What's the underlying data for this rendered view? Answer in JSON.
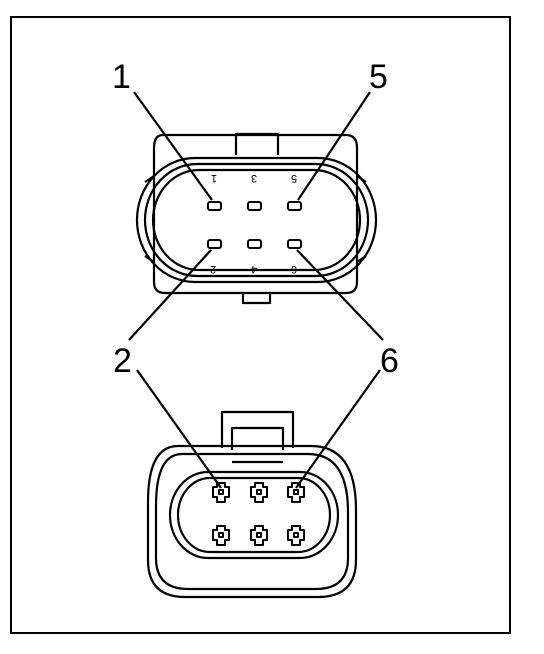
{
  "callouts": {
    "c1": "1",
    "c2": "2",
    "c5": "5",
    "c6": "6"
  },
  "pin_numbers": {
    "p1": "1",
    "p2": "2",
    "p3": "3",
    "p4": "4",
    "p5": "5",
    "p6": "6"
  },
  "colors": {
    "line": "#000000",
    "background": "#ffffff"
  }
}
